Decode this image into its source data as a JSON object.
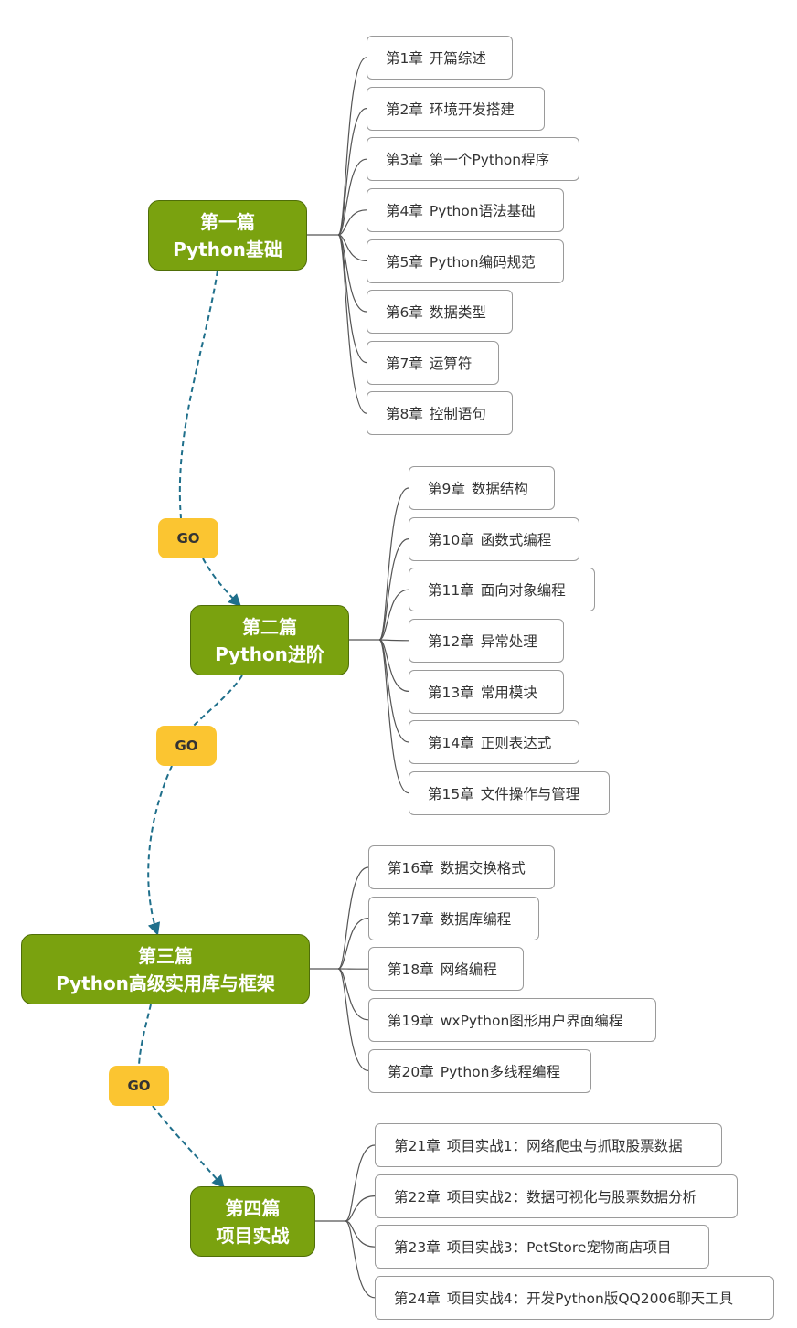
{
  "parts": [
    {
      "line1": "第一篇",
      "line2": "Python基础",
      "chapters": [
        {
          "num": "第1章",
          "title": "开篇综述"
        },
        {
          "num": "第2章",
          "title": "环境开发搭建"
        },
        {
          "num": "第3章",
          "title": "第一个Python程序"
        },
        {
          "num": "第4章",
          "title": "Python语法基础"
        },
        {
          "num": "第5章",
          "title": "Python编码规范"
        },
        {
          "num": "第6章",
          "title": "数据类型"
        },
        {
          "num": "第7章",
          "title": "运算符"
        },
        {
          "num": "第8章",
          "title": "控制语句"
        }
      ]
    },
    {
      "line1": "第二篇",
      "line2": "Python进阶",
      "chapters": [
        {
          "num": "第9章",
          "title": "数据结构"
        },
        {
          "num": "第10章",
          "title": "函数式编程"
        },
        {
          "num": "第11章",
          "title": "面向对象编程"
        },
        {
          "num": "第12章",
          "title": "异常处理"
        },
        {
          "num": "第13章",
          "title": "常用模块"
        },
        {
          "num": "第14章",
          "title": "正则表达式"
        },
        {
          "num": "第15章",
          "title": "文件操作与管理"
        }
      ]
    },
    {
      "line1": "第三篇",
      "line2": "Python高级实用库与框架",
      "chapters": [
        {
          "num": "第16章",
          "title": "数据交换格式"
        },
        {
          "num": "第17章",
          "title": "数据库编程"
        },
        {
          "num": "第18章",
          "title": "网络编程"
        },
        {
          "num": "第19章",
          "title": "wxPython图形用户界面编程"
        },
        {
          "num": "第20章",
          "title": "Python多线程编程"
        }
      ]
    },
    {
      "line1": "第四篇",
      "line2": "项目实战",
      "chapters": [
        {
          "num": "第21章",
          "title": "项目实战1：网络爬虫与抓取股票数据"
        },
        {
          "num": "第22章",
          "title": "项目实战2：数据可视化与股票数据分析"
        },
        {
          "num": "第23章",
          "title": "项目实战3：PetStore宠物商店项目"
        },
        {
          "num": "第24章",
          "title": "项目实战4：开发Python版QQ2006聊天工具"
        }
      ]
    }
  ],
  "go_labels": [
    "GO",
    "GO",
    "GO"
  ],
  "colors": {
    "part_fill": "#7aa20f",
    "go_fill": "#fbc531",
    "connector": "#1f6f8b",
    "branch": "#555555"
  }
}
